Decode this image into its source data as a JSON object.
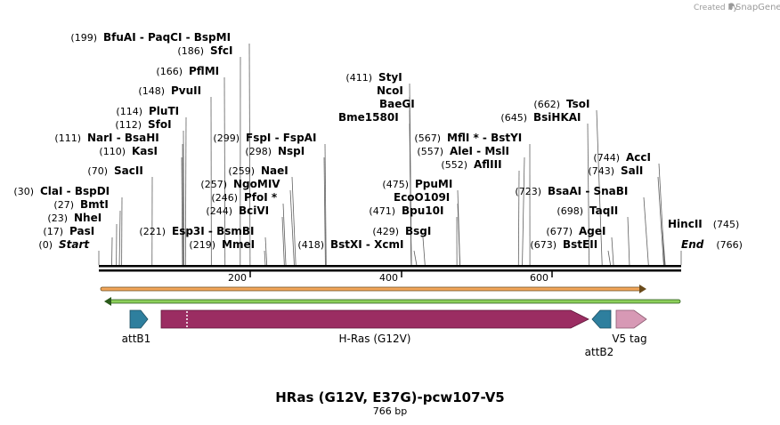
{
  "credit": {
    "prefix": "Created by",
    "brand": "SnapGene"
  },
  "title": "HRas (G12V, E37G)-pcw107-V5",
  "subtitle": "766 bp",
  "sequence_length": 766,
  "ruler": {
    "ticks": [
      "200",
      "400",
      "600"
    ]
  },
  "enzymes": [
    {
      "pos": "(199)",
      "name": "BfuAI  -  PaqCI  -  BspMI",
      "cut": 199
    },
    {
      "pos": "(186)",
      "name": "SfcI",
      "cut": 186
    },
    {
      "pos": "(166)",
      "name": "PflMI",
      "cut": 166
    },
    {
      "pos": "(148)",
      "name": "PvuII",
      "cut": 148
    },
    {
      "pos": "(114)",
      "name": "PluTI",
      "cut": 114
    },
    {
      "pos": "(112)",
      "name": "SfoI",
      "cut": 112
    },
    {
      "pos": "(111)",
      "name": "NarI  -  BsaHI",
      "cut": 111
    },
    {
      "pos": "(110)",
      "name": "KasI",
      "cut": 110
    },
    {
      "pos": "(70)",
      "name": "SacII",
      "cut": 70
    },
    {
      "pos": "(30)",
      "name": "ClaI  -  BspDI",
      "cut": 30
    },
    {
      "pos": "(27)",
      "name": "BmtI",
      "cut": 27
    },
    {
      "pos": "(23)",
      "name": "NheI",
      "cut": 23
    },
    {
      "pos": "(17)",
      "name": "PasI",
      "cut": 17
    },
    {
      "pos": "(0)",
      "name": "Start",
      "cut": 0,
      "italic": true
    },
    {
      "pos": "(299)",
      "name": "FspI  -  FspAI",
      "cut": 299
    },
    {
      "pos": "(298)",
      "name": "NspI",
      "cut": 298
    },
    {
      "pos": "(259)",
      "name": "NaeI",
      "cut": 259
    },
    {
      "pos": "(257)",
      "name": "NgoMIV",
      "cut": 257
    },
    {
      "pos": "(246)",
      "name": "PfoI *",
      "cut": 246
    },
    {
      "pos": "(244)",
      "name": "BciVI",
      "cut": 244
    },
    {
      "pos": "(221)",
      "name": "Esp3I  -  BsmBI",
      "cut": 221
    },
    {
      "pos": "(219)",
      "name": "MmeI",
      "cut": 219
    },
    {
      "pos": "(418)",
      "name": "BstXI  -  XcmI",
      "cut": 418
    },
    {
      "pos": "(411)",
      "name": "StyI",
      "cut": 411
    },
    {
      "pos": "",
      "name": "NcoI",
      "cut": 411
    },
    {
      "pos": "",
      "name": "BaeGI",
      "cut": 411
    },
    {
      "pos": "",
      "name": "Bme1580I",
      "cut": 411
    },
    {
      "pos": "(475)",
      "name": "PpuMI",
      "cut": 475
    },
    {
      "pos": "",
      "name": "EcoO109I",
      "cut": 475
    },
    {
      "pos": "(471)",
      "name": "Bpu10I",
      "cut": 471
    },
    {
      "pos": "(429)",
      "name": "BsgI",
      "cut": 429
    },
    {
      "pos": "(567)",
      "name": "MflI *  -  BstYI",
      "cut": 567
    },
    {
      "pos": "(557)",
      "name": "AleI  -  MslI",
      "cut": 557
    },
    {
      "pos": "(552)",
      "name": "AflIII",
      "cut": 552
    },
    {
      "pos": "(662)",
      "name": "TsoI",
      "cut": 662
    },
    {
      "pos": "(645)",
      "name": "BsiHKAI",
      "cut": 645
    },
    {
      "pos": "(723)",
      "name": "BsaAI  -  SnaBI",
      "cut": 723
    },
    {
      "pos": "(698)",
      "name": "TaqII",
      "cut": 698
    },
    {
      "pos": "(677)",
      "name": "AgeI",
      "cut": 677
    },
    {
      "pos": "(673)",
      "name": "BstEII",
      "cut": 673
    },
    {
      "pos": "(744)",
      "name": "AccI",
      "cut": 744
    },
    {
      "pos": "(743)",
      "name": "SalI",
      "cut": 743
    },
    {
      "pos": "(745)",
      "name": "HincII",
      "cut": 745,
      "pos_right": true
    },
    {
      "pos": "(766)",
      "name": "End",
      "cut": 766,
      "italic": true,
      "pos_right": true
    }
  ],
  "features": [
    {
      "name": "attB1",
      "color": "#2e7f9e"
    },
    {
      "name": "H-Ras (G12V)",
      "color": "#9b2d62"
    },
    {
      "name": "attB2",
      "color": "#2e7f9e"
    },
    {
      "name": "V5 tag",
      "color": "#d799b5"
    }
  ],
  "colors": {
    "orf_forward": "#f2a65a",
    "orf_reverse": "#8ccf5a",
    "backbone": "#000000"
  }
}
